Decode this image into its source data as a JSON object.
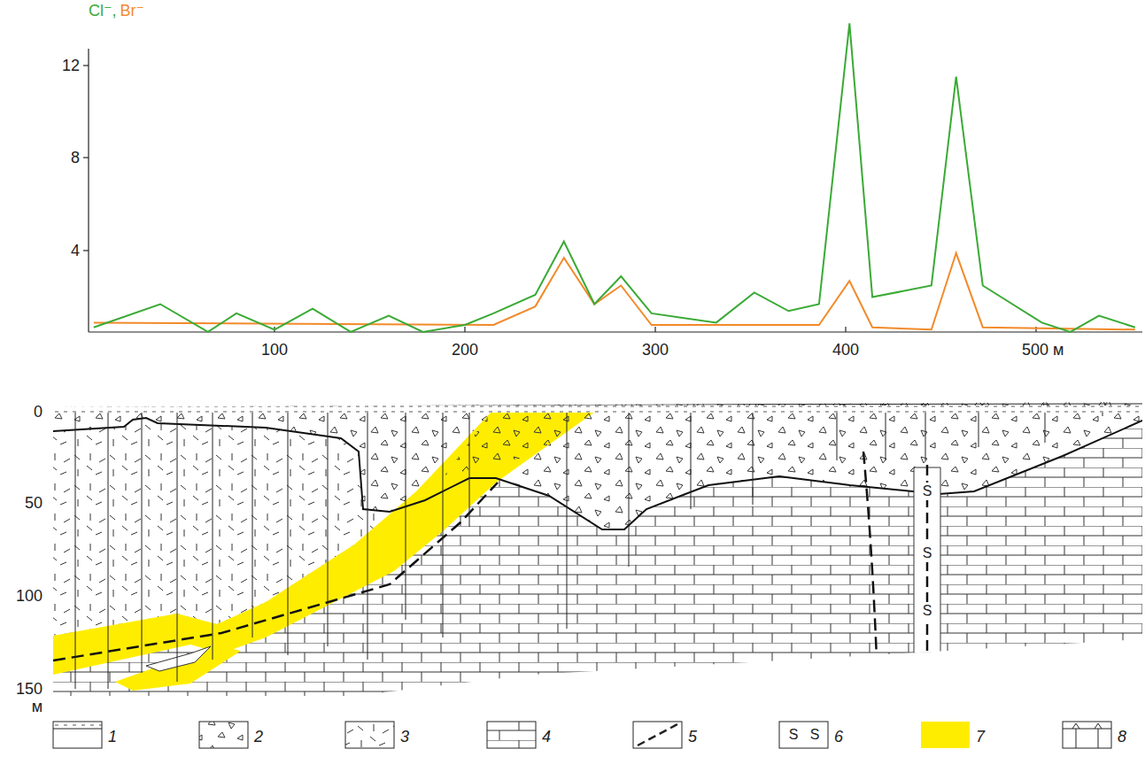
{
  "diagram": {
    "labels": [
      "Cl⁻,",
      "Br⁻",
      "4",
      "8",
      "12",
      "100",
      "200",
      "300",
      "400",
      "500 м",
      "0",
      "50",
      "100",
      "150",
      "м",
      "S",
      "S",
      "S",
      "S",
      "S"
    ],
    "legend": [
      {
        "text": "1"
      },
      {
        "text": "2"
      },
      {
        "text": "3"
      },
      {
        "text": "4"
      },
      {
        "text": "5"
      },
      {
        "text": "6"
      },
      {
        "text": "7",
        "color": "#ffed00"
      },
      {
        "text": "8"
      }
    ]
  }
}
